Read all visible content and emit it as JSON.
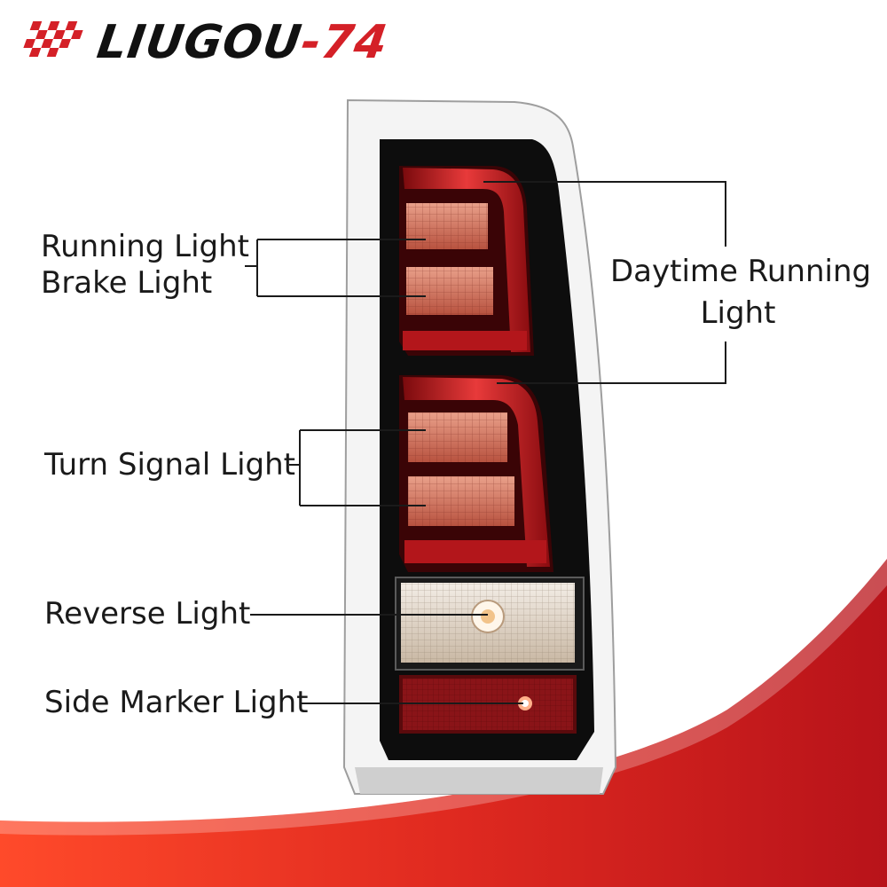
{
  "brand": {
    "name_part1": "LIUGOU",
    "name_part2": "-74",
    "accent_color": "#d42027",
    "icon": "checkered-flag-icon"
  },
  "labels": {
    "running_light": "Running Light",
    "brake_light": "Brake Light",
    "daytime_running_line1": "Daytime Running",
    "daytime_running_line2": "Light",
    "turn_signal": "Turn Signal Light",
    "reverse": "Reverse Light",
    "side_marker": "Side Marker Light"
  },
  "colors": {
    "lens_red": "#c4161c",
    "housing_black": "#0d0d0d",
    "swoosh_red": "#e02a20"
  }
}
